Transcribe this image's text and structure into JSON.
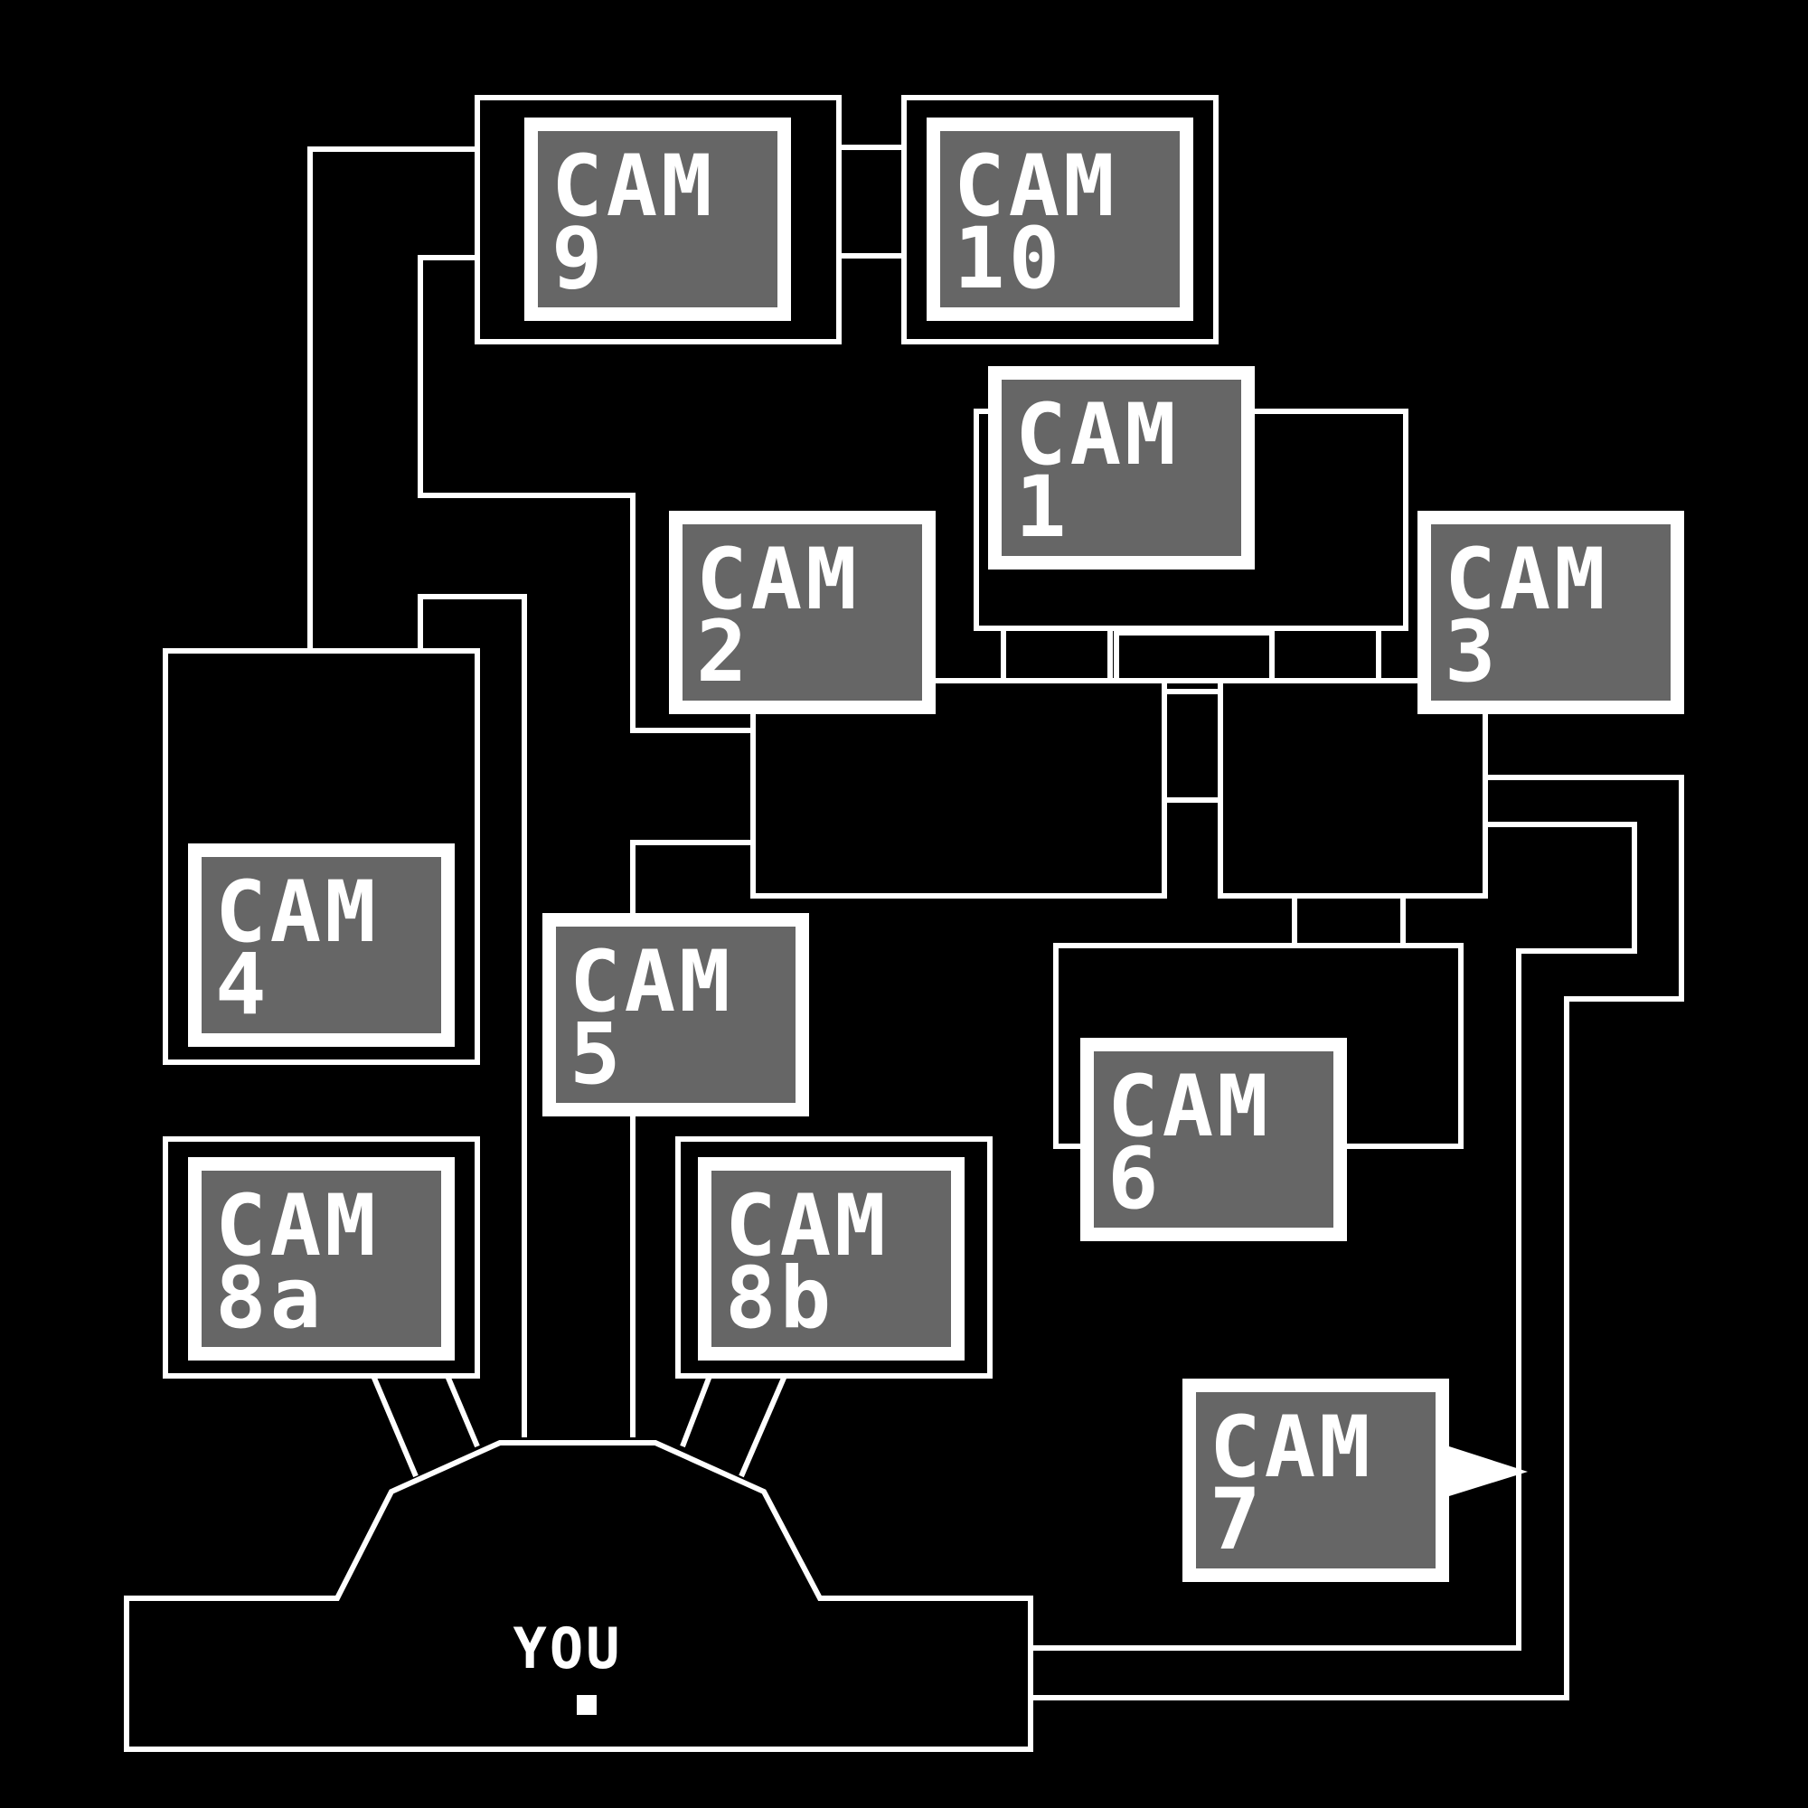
{
  "map": {
    "cameras": [
      {
        "id": "cam-9",
        "line1": "CAM",
        "line2": "9"
      },
      {
        "id": "cam-10",
        "line1": "CAM",
        "line2": "10"
      },
      {
        "id": "cam-1",
        "line1": "CAM",
        "line2": "1"
      },
      {
        "id": "cam-2",
        "line1": "CAM",
        "line2": "2"
      },
      {
        "id": "cam-3",
        "line1": "CAM",
        "line2": "3"
      },
      {
        "id": "cam-4",
        "line1": "CAM",
        "line2": "4"
      },
      {
        "id": "cam-5",
        "line1": "CAM",
        "line2": "5"
      },
      {
        "id": "cam-6",
        "line1": "CAM",
        "line2": "6"
      },
      {
        "id": "cam-8a",
        "line1": "CAM",
        "line2": "8a"
      },
      {
        "id": "cam-8b",
        "line1": "CAM",
        "line2": "8b"
      },
      {
        "id": "cam-7",
        "line1": "CAM",
        "line2": "7"
      }
    ],
    "player": {
      "label": "YOU"
    },
    "colors": {
      "background": "#000000",
      "line": "#ffffff",
      "button": "#666666"
    }
  }
}
